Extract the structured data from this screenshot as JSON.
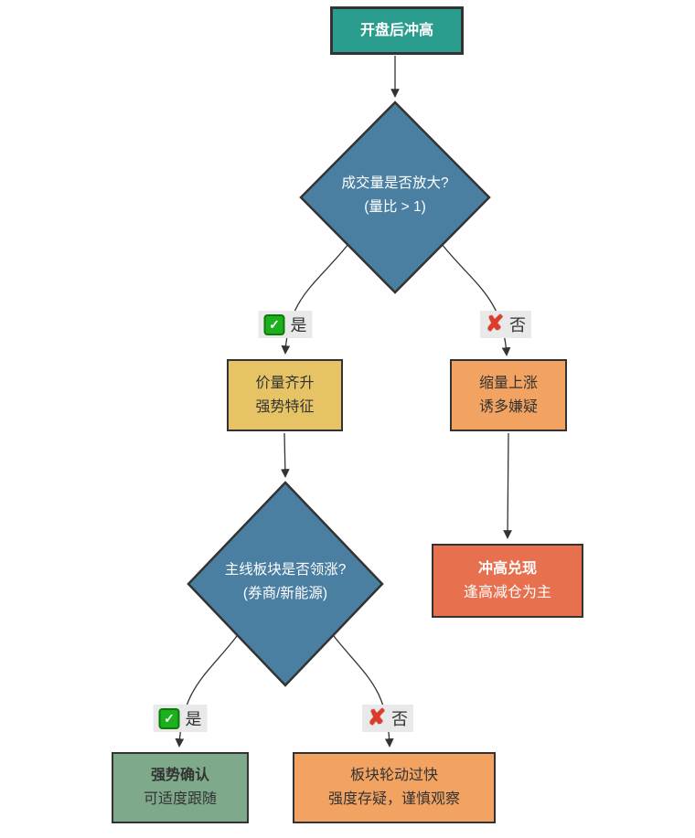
{
  "diagram": {
    "nodes": {
      "start": {
        "label": "开盘后冲高"
      },
      "decision_volume": {
        "line1": "成交量是否放大?",
        "line2": "(量比 > 1)"
      },
      "volume_up": {
        "line1": "价量齐升",
        "line2": "强势特征"
      },
      "volume_shrink": {
        "line1": "缩量上涨",
        "line2": "诱多嫌疑"
      },
      "take_profit": {
        "line1": "冲高兑现",
        "line2": "逢高减仓为主"
      },
      "decision_sector": {
        "line1": "主线板块是否领涨?",
        "line2": "(券商/新能源)"
      },
      "confirm_strong": {
        "line1": "强势确认",
        "line2": "可适度跟随"
      },
      "rotation_fast": {
        "line1": "板块轮动过快",
        "line2": "强度存疑，谨慎观察"
      }
    },
    "edge_labels": {
      "yes": "是",
      "no": "否",
      "check_glyph": "✓",
      "cross_glyph": "✘"
    }
  },
  "colors": {
    "start_fill": "#2a9d8f",
    "decision_fill": "#4a7fa2",
    "yellow_fill": "#e6c465",
    "orange_fill": "#f3a361",
    "red_fill": "#e7704f",
    "green_fill": "#7fa98b",
    "border": "#333333",
    "edge": "#333333",
    "label_bg": "#e9e9e9",
    "check_fill": "#1cb01c",
    "check_border": "#0e7a0e",
    "cross_color": "#df3b2a",
    "text_dark": "#333333",
    "text_light": "#ffffff"
  }
}
